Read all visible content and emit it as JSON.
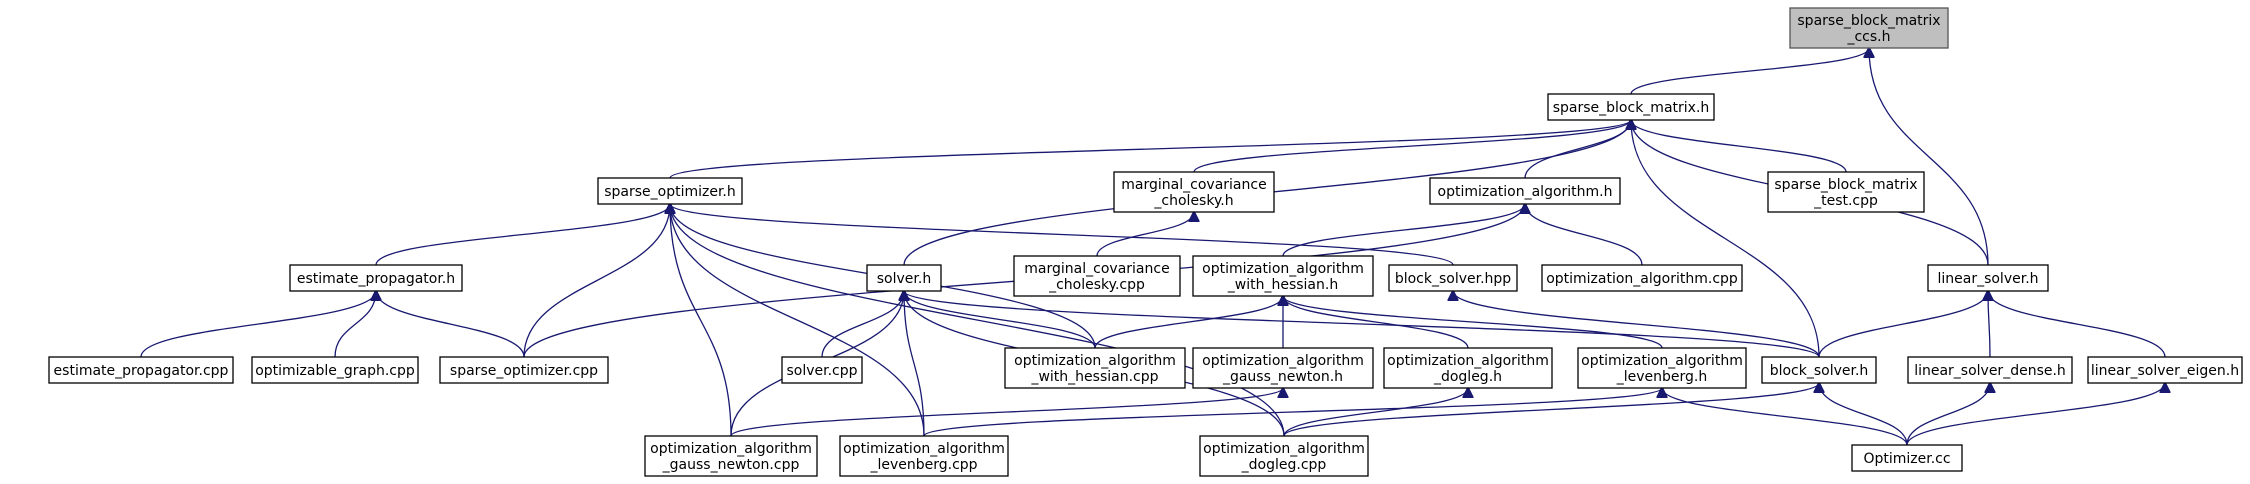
{
  "nodes": [
    {
      "id": "sbm_ccs",
      "lines": [
        "sparse_block_matrix",
        "_ccs.h"
      ],
      "root": true
    },
    {
      "id": "sbm",
      "lines": [
        "sparse_block_matrix.h"
      ]
    },
    {
      "id": "sopt_h",
      "lines": [
        "sparse_optimizer.h"
      ]
    },
    {
      "id": "mcc_h",
      "lines": [
        "marginal_covariance",
        "_cholesky.h"
      ]
    },
    {
      "id": "oa_h",
      "lines": [
        "optimization_algorithm.h"
      ]
    },
    {
      "id": "sbm_test",
      "lines": [
        "sparse_block_matrix",
        "_test.cpp"
      ]
    },
    {
      "id": "ls_h",
      "lines": [
        "linear_solver.h"
      ]
    },
    {
      "id": "ep_h",
      "lines": [
        "estimate_propagator.h"
      ]
    },
    {
      "id": "mcc_cpp",
      "lines": [
        "marginal_covariance",
        "_cholesky.cpp"
      ]
    },
    {
      "id": "solver_h",
      "lines": [
        "solver.h"
      ]
    },
    {
      "id": "oawh_h",
      "lines": [
        "optimization_algorithm",
        "_with_hessian.h"
      ]
    },
    {
      "id": "bs_hpp",
      "lines": [
        "block_solver.hpp"
      ]
    },
    {
      "id": "oa_cpp",
      "lines": [
        "optimization_algorithm.cpp"
      ]
    },
    {
      "id": "ep_cpp",
      "lines": [
        "estimate_propagator.cpp"
      ]
    },
    {
      "id": "og_cpp",
      "lines": [
        "optimizable_graph.cpp"
      ]
    },
    {
      "id": "so_cpp",
      "lines": [
        "sparse_optimizer.cpp"
      ]
    },
    {
      "id": "solver_cpp",
      "lines": [
        "solver.cpp"
      ]
    },
    {
      "id": "oawh_cpp",
      "lines": [
        "optimization_algorithm",
        "_with_hessian.cpp"
      ]
    },
    {
      "id": "oagn_h",
      "lines": [
        "optimization_algorithm",
        "_gauss_newton.h"
      ]
    },
    {
      "id": "oadl_h",
      "lines": [
        "optimization_algorithm",
        "_dogleg.h"
      ]
    },
    {
      "id": "oalm_h",
      "lines": [
        "optimization_algorithm",
        "_levenberg.h"
      ]
    },
    {
      "id": "bs_h",
      "lines": [
        "block_solver.h"
      ]
    },
    {
      "id": "lsd_h",
      "lines": [
        "linear_solver_dense.h"
      ]
    },
    {
      "id": "lse_h",
      "lines": [
        "linear_solver_eigen.h"
      ]
    },
    {
      "id": "oagn_cpp",
      "lines": [
        "optimization_algorithm",
        "_gauss_newton.cpp"
      ]
    },
    {
      "id": "oalm_cpp",
      "lines": [
        "optimization_algorithm",
        "_levenberg.cpp"
      ]
    },
    {
      "id": "oadl_cpp",
      "lines": [
        "optimization_algorithm",
        "_dogleg.cpp"
      ]
    },
    {
      "id": "opt_cc",
      "lines": [
        "Optimizer.cc"
      ]
    }
  ],
  "edges": [
    [
      "sbm",
      "sbm_ccs"
    ],
    [
      "ls_h",
      "sbm_ccs"
    ],
    [
      "sopt_h",
      "sbm"
    ],
    [
      "mcc_h",
      "sbm"
    ],
    [
      "oa_h",
      "sbm"
    ],
    [
      "sbm_test",
      "sbm"
    ],
    [
      "ls_h",
      "sbm"
    ],
    [
      "solver_h",
      "sbm"
    ],
    [
      "bs_h",
      "sbm"
    ],
    [
      "mcc_cpp",
      "mcc_h"
    ],
    [
      "oawh_h",
      "oa_h"
    ],
    [
      "oa_cpp",
      "oa_h"
    ],
    [
      "so_cpp",
      "oa_h"
    ],
    [
      "ep_h",
      "sopt_h"
    ],
    [
      "so_cpp",
      "sopt_h"
    ],
    [
      "oawh_cpp",
      "sopt_h"
    ],
    [
      "bs_hpp",
      "sopt_h"
    ],
    [
      "oagn_cpp",
      "sopt_h"
    ],
    [
      "oalm_cpp",
      "sopt_h"
    ],
    [
      "oadl_cpp",
      "sopt_h"
    ],
    [
      "ep_cpp",
      "ep_h"
    ],
    [
      "og_cpp",
      "ep_h"
    ],
    [
      "so_cpp",
      "ep_h"
    ],
    [
      "solver_cpp",
      "solver_h"
    ],
    [
      "oawh_cpp",
      "solver_h"
    ],
    [
      "oagn_cpp",
      "solver_h"
    ],
    [
      "oalm_cpp",
      "solver_h"
    ],
    [
      "oadl_cpp",
      "solver_h"
    ],
    [
      "bs_h",
      "solver_h"
    ],
    [
      "oawh_cpp",
      "oawh_h"
    ],
    [
      "oagn_h",
      "oawh_h"
    ],
    [
      "oadl_h",
      "oawh_h"
    ],
    [
      "oalm_h",
      "oawh_h"
    ],
    [
      "bs_h",
      "bs_hpp"
    ],
    [
      "oagn_cpp",
      "oagn_h"
    ],
    [
      "oadl_cpp",
      "oadl_h"
    ],
    [
      "oalm_cpp",
      "oalm_h"
    ],
    [
      "opt_cc",
      "oalm_h"
    ],
    [
      "bs_h",
      "ls_h"
    ],
    [
      "lsd_h",
      "ls_h"
    ],
    [
      "lse_h",
      "ls_h"
    ],
    [
      "opt_cc",
      "bs_h"
    ],
    [
      "oadl_cpp",
      "bs_h"
    ],
    [
      "opt_cc",
      "lsd_h"
    ],
    [
      "opt_cc",
      "lse_h"
    ]
  ]
}
